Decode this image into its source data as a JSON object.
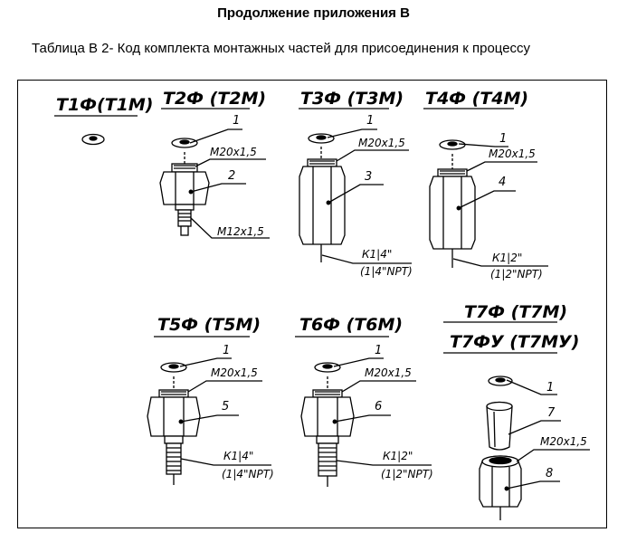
{
  "document": {
    "heading": "Продолжение приложения В",
    "caption": "Таблица В 2- Код комплекта монтажных частей для присоединения к процессу"
  },
  "kits": {
    "t1": {
      "code": "Т1Ф(Т1М)"
    },
    "t2": {
      "code": "Т2Ф (Т2М)",
      "part1": "1",
      "thread_top": "М20х1,5",
      "part2": "2",
      "thread_bottom": "М12х1,5"
    },
    "t3": {
      "code": "Т3Ф (Т3М)",
      "part1": "1",
      "thread_top": "М20х1,5",
      "part3": "3",
      "thread_line1": "К1|4\"",
      "thread_line2": "(1|4\"NPT)"
    },
    "t4": {
      "code": "Т4Ф (Т4М)",
      "part1": "1",
      "thread_top": "М20х1,5",
      "part4": "4",
      "thread_line1": "К1|2\"",
      "thread_line2": "(1|2\"NPT)"
    },
    "t5": {
      "code": "Т5Ф (Т5М)",
      "part1": "1",
      "thread_top": "М20х1,5",
      "part5": "5",
      "thread_line1": "К1|4\"",
      "thread_line2": "(1|4\"NPT)"
    },
    "t6": {
      "code": "Т6Ф (Т6М)",
      "part1": "1",
      "thread_top": "М20х1,5",
      "part6": "6",
      "thread_line1": "К1|2\"",
      "thread_line2": "(1|2\"NPT)"
    },
    "t7": {
      "code": "Т7Ф (Т7М)",
      "code2": "Т7ФУ (Т7МУ)",
      "part1": "1",
      "part7": "7",
      "thread_top": "М20х1,5",
      "part8": "8"
    }
  }
}
